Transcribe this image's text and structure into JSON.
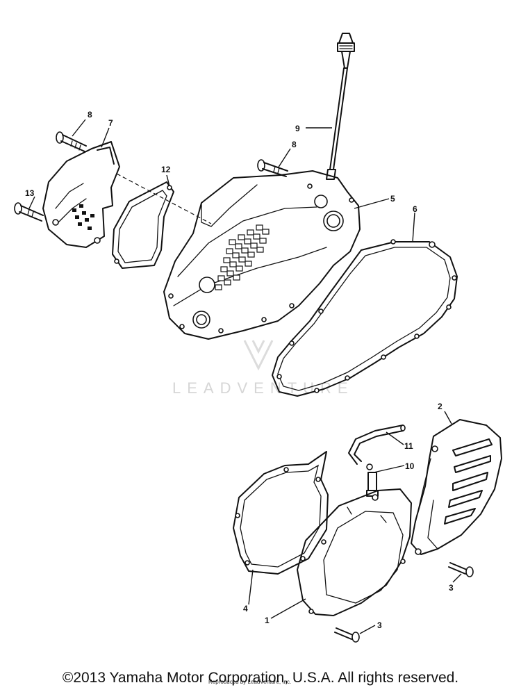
{
  "callouts": {
    "c1": "1",
    "c2": "2",
    "c3a": "3",
    "c3b": "3",
    "c4": "4",
    "c5": "5",
    "c6": "6",
    "c7": "7",
    "c8a": "8",
    "c8b": "8",
    "c9": "9",
    "c10": "10",
    "c11": "11",
    "c12": "12",
    "c13": "13"
  },
  "watermark": "LEADVENTURE",
  "credit": "Reproduced by LeadVenture, Inc.",
  "copyright": "©2013 Yamaha Motor Corporation, U.S.A. All rights reserved."
}
